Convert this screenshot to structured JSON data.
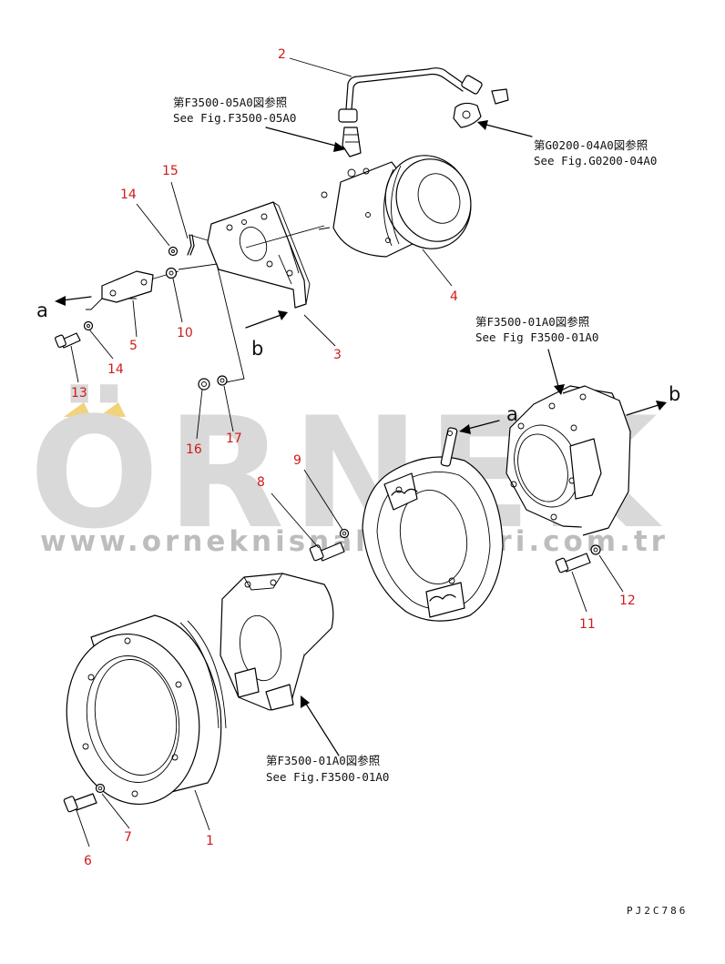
{
  "callouts": [
    "1",
    "2",
    "3",
    "4",
    "5",
    "6",
    "7",
    "8",
    "9",
    "10",
    "11",
    "12",
    "13",
    "14",
    "14",
    "15",
    "16",
    "17"
  ],
  "references": [
    {
      "jp": "第F3500-05A0図参照",
      "en": "See Fig.F3500-05A0"
    },
    {
      "jp": "第G0200-04A0図参照",
      "en": "See Fig.G0200-04A0"
    },
    {
      "jp": "第F3500-01A0図参照",
      "en": "See Fig F3500-01A0"
    },
    {
      "jp": "第F3500-01A0図参照",
      "en": "See Fig.F3500-01A0"
    }
  ],
  "connectors": {
    "a": "a",
    "b": "b"
  },
  "watermark": {
    "main": "ÖRNEK",
    "sub": "www.orneknisnalandalari.com.tr"
  },
  "drawing_code": "PJ2C786",
  "colors": {
    "callout": "#d11a1a",
    "line": "#000000",
    "watermark": "#d9d9d9",
    "watermark_accent": "#f2d27a"
  }
}
